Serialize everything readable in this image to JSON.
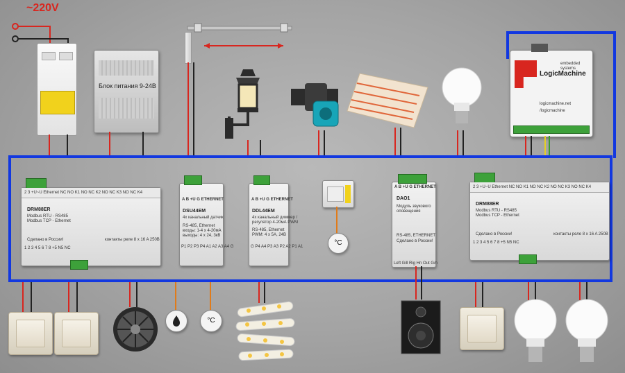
{
  "voltage_label": "~220V",
  "psu": {
    "label": "Блок питания 9-24В"
  },
  "logicmachine": {
    "brand": "LogicMachine",
    "sub": "embedded systems",
    "url1": "logicmachine.net",
    "url2": "/logicmachine"
  },
  "modules": {
    "drm_left": {
      "top": "2 3 +U~U Ethernet NC NO K1 NO NC K2 NO NC K3 NO NC K4",
      "model": "DRM88ER",
      "line1": "Modbus RTU - RS485",
      "line2": "Modbus TCP - Ethernet",
      "made": "Сделано в России!",
      "bottom": "1 2 3 4 5 6 7 8 +5 N5 NC",
      "contacts": "контакты реле 8 x 16 A 250В"
    },
    "dsu": {
      "top": "A B +U G ETHERNET",
      "model": "DSU44EM",
      "line1": "4х канальный датчик",
      "line2": "RS-485, Ethernet",
      "line3": "входы: 1-4 x 4-20мА",
      "line4": "выходы: 4 x 24, 3кВ",
      "bottom": "P1 P2 P3 P4 A1 A2 A3 A4 G"
    },
    "ddl": {
      "top": "A B +U G ETHERNET",
      "model": "DDL44EM",
      "line1": "4х канальный диммер /",
      "line2": "регулятор 4-20мА PWM",
      "line3": "RS-485, Ethernet",
      "line4": "PWM: 4 x 5A, 24В",
      "bottom": "G P4 A4 P3 A3 P2 A2 P1 A1"
    },
    "dao": {
      "top": "A B +U G ETHERNET",
      "model": "DAO1",
      "line1": "Модуль звукового",
      "line2": "оповещения",
      "line3": "RS-485, ETHERNET",
      "line4": "Сделано в России!",
      "bottom": "Left Gill Rig Hn Out G/n"
    },
    "drm_right": {
      "top": "2 3 +U~U Ethernet NC NO K1 NO NC K2 NO NC K3 NO NC K4",
      "model": "DRM88ER",
      "line1": "Modbus RTU - RS485",
      "line2": "Modbus TCP - Ethernet",
      "made": "Сделано в России!",
      "bottom": "1 2 3 4 5 6 7 8 +5 N5 NC",
      "contacts": "контакты реле 8 x 16 A 250В"
    }
  },
  "sensors": {
    "temp_top": "°C",
    "temp_bottom": "°C",
    "leak": "drop"
  },
  "icons": {
    "actuator": "curtain-actuator-icon",
    "lamp": "street-lantern-icon",
    "pump": "circulation-pump-icon",
    "heating": "heating-mat-icon",
    "bulb": "led-bulb-icon",
    "fan": "exhaust-fan-icon",
    "led": "led-strip-icon",
    "speaker": "speaker-icon",
    "switch": "wall-switch-icon"
  },
  "colors": {
    "bus": "#1238e0",
    "wire_red": "#d8261f",
    "wire_black": "#222222",
    "accent_red": "#d8261f"
  }
}
